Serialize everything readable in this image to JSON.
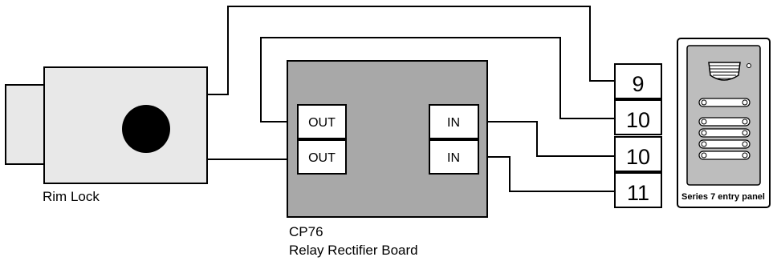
{
  "rim_lock": {
    "label": "Rim Lock"
  },
  "relay_board": {
    "model": "CP76",
    "name": "Relay Rectifier Board",
    "outputs": [
      "OUT",
      "OUT"
    ],
    "inputs": [
      "IN",
      "IN"
    ]
  },
  "terminal_block": {
    "terminals": [
      "9",
      "10",
      "10",
      "11"
    ]
  },
  "entry_panel": {
    "label": "Series 7 entry panel"
  },
  "colors": {
    "board_fill": "#a8a8a8",
    "lock_fill": "#e8e8e8",
    "panel_face": "#bdbdbd"
  }
}
